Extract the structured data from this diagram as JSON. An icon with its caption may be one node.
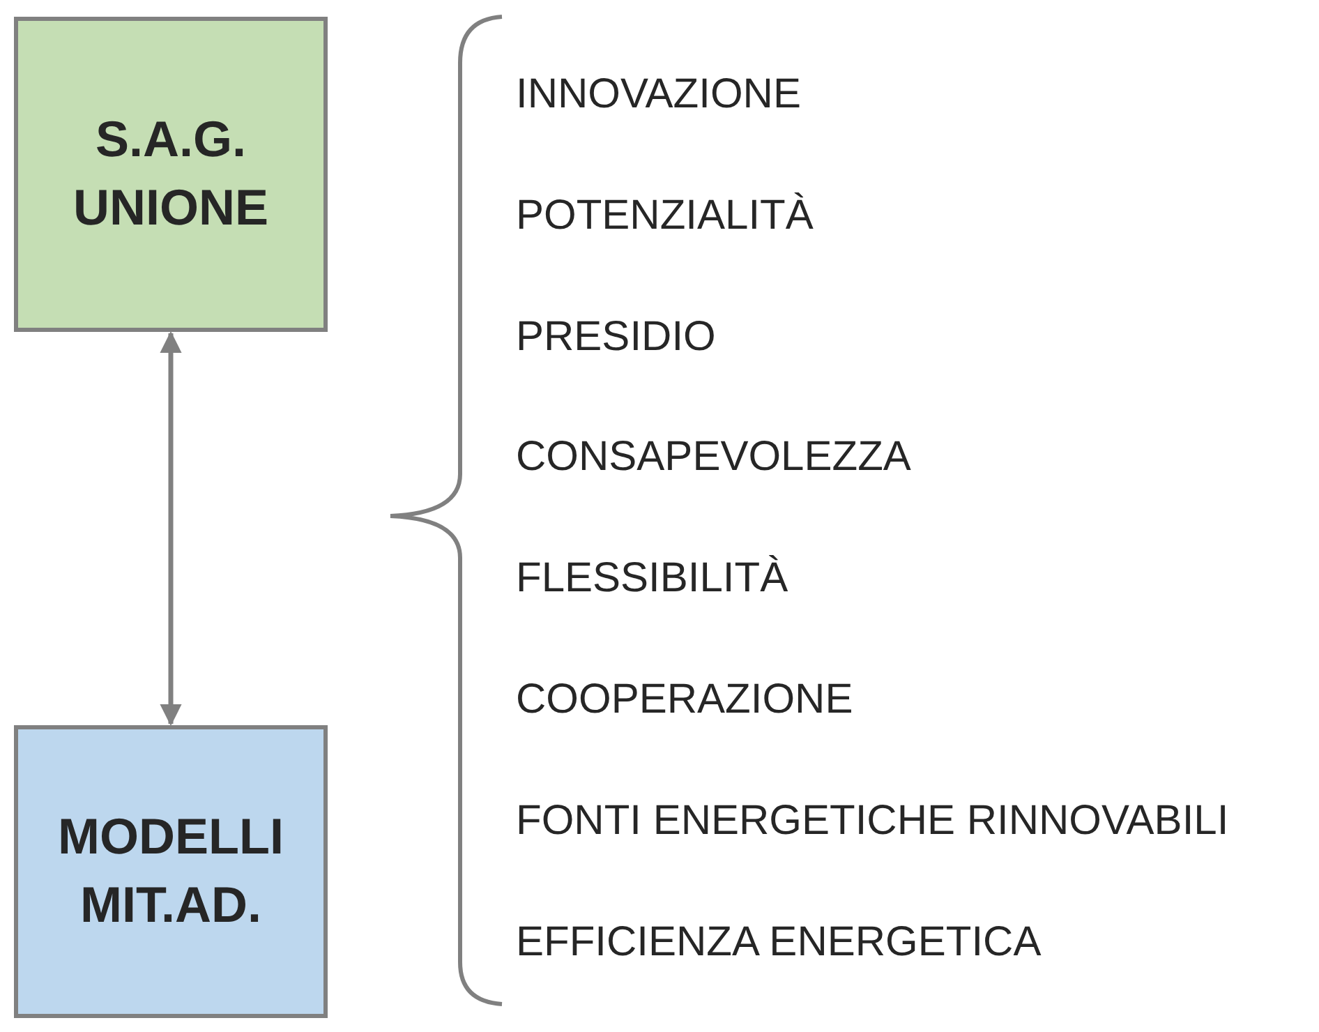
{
  "diagram": {
    "nodes": [
      {
        "text": [
          "S.A.G. UNIONE"
        ]
      },
      {
        "text": [
          "MODELLI MIT.AD."
        ]
      }
    ],
    "edges": [
      {
        "from": 0,
        "to": 1,
        "arrow": "both"
      }
    ],
    "labels": [
      "INNOVAZIONE",
      "POTENZIALITÀ",
      "PRESIDIO",
      "CONSAPEVOLEZZA",
      "FLESSIBILITÀ",
      "COOPERAZIONE",
      "FONTI ENERGETICHE RINNOVABILI",
      "EFFICIENZA ENERGETICA"
    ]
  }
}
